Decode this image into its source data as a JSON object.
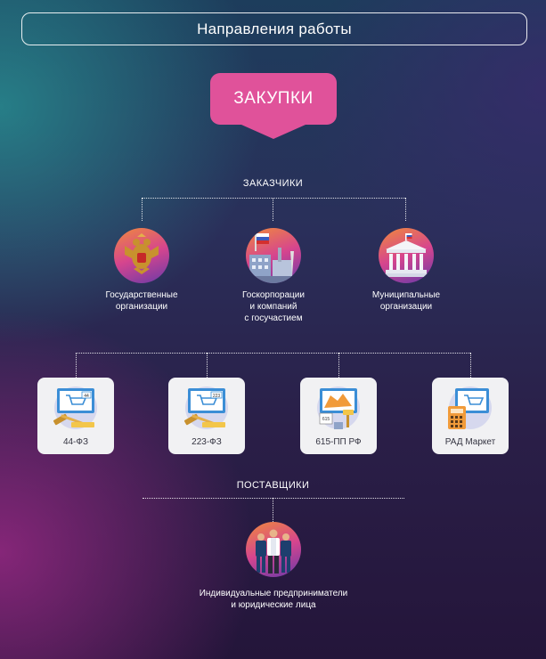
{
  "header": {
    "title": "Направления работы"
  },
  "purchase": {
    "label": "ЗАКУПКИ"
  },
  "customers": {
    "label": "ЗАКАЗЧИКИ",
    "items": [
      {
        "lines": [
          "Государственные",
          "организации"
        ],
        "icon": "coat-of-arms-icon"
      },
      {
        "lines": [
          "Госкорпорации",
          "и компаний",
          "с госучастием"
        ],
        "icon": "factory-flag-icon"
      },
      {
        "lines": [
          "Муниципальные",
          "организации"
        ],
        "icon": "government-building-icon"
      }
    ]
  },
  "platforms": [
    {
      "label": "44-ФЗ",
      "icon": "auction-44-icon"
    },
    {
      "label": "223-ФЗ",
      "icon": "auction-223-icon"
    },
    {
      "label": "615-ПП РФ",
      "icon": "repair-615-icon"
    },
    {
      "label": "РАД Маркет",
      "icon": "calculator-cart-icon"
    }
  ],
  "suppliers": {
    "label": "ПОСТАВЩИКИ",
    "item": {
      "lines": [
        "Индивидуальные предприниматели",
        "и юридические лица"
      ],
      "icon": "business-people-icon"
    }
  },
  "colors": {
    "accent": "#e0529a",
    "card": "#f1f1f3"
  }
}
